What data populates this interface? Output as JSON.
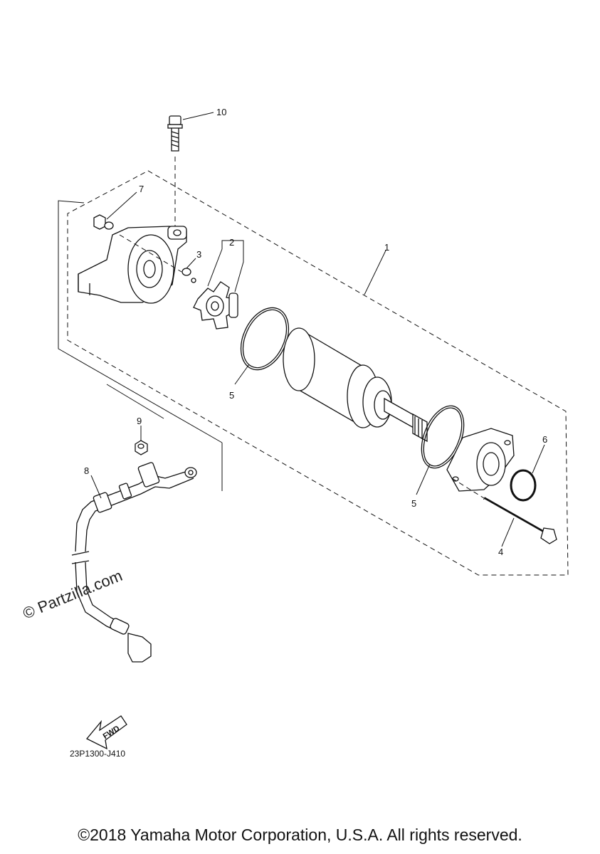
{
  "callouts": [
    "1",
    "2",
    "3",
    "4",
    "5",
    "5",
    "6",
    "7",
    "8",
    "9",
    "10"
  ],
  "fwd_label": "FWD",
  "diagram_code": "23P1300-J410",
  "watermark": "© Partzilla.com",
  "copyright": "©2018 Yamaha Motor Corporation, U.S.A. All rights reserved."
}
